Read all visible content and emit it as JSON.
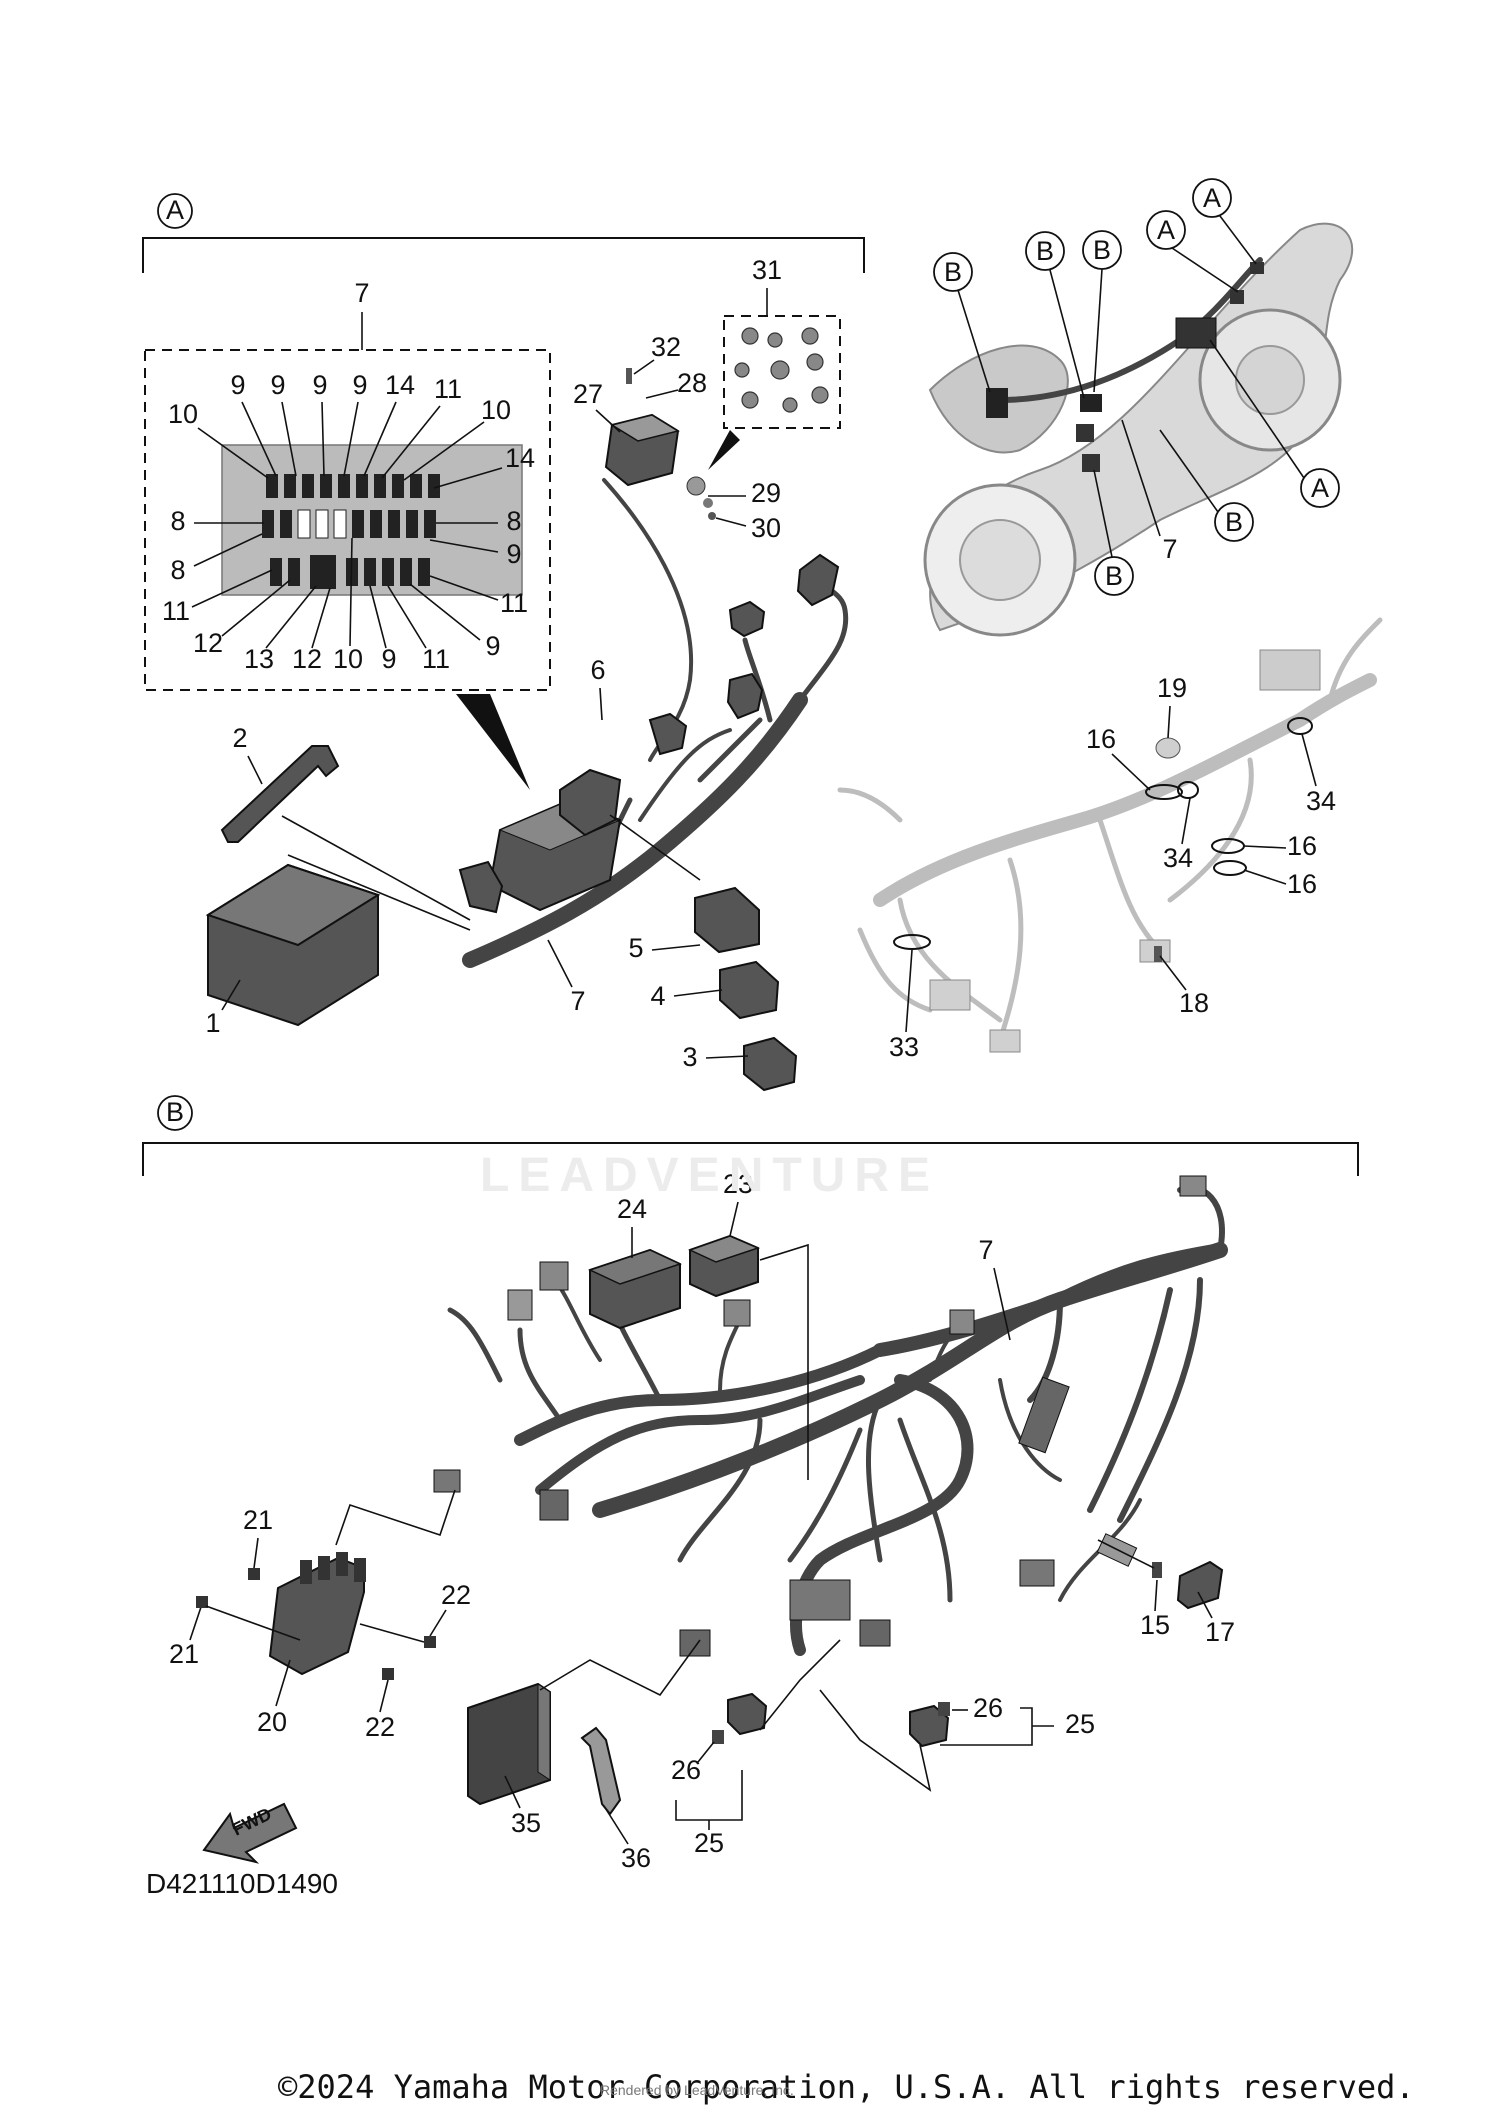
{
  "sections": {
    "a_label": "A",
    "b_label": "B"
  },
  "motorcycle_refs": [
    "B",
    "B",
    "B",
    "A",
    "A",
    "A",
    "B",
    "B"
  ],
  "callouts": {
    "c7_fusebox": "7",
    "fuse_top": [
      "10",
      "9",
      "9",
      "9",
      "9",
      "14",
      "11",
      "10",
      "14"
    ],
    "fuse_left": [
      "8",
      "8",
      "11",
      "12",
      "13",
      "12",
      "10",
      "9",
      "11",
      "9"
    ],
    "fuse_right": [
      "8",
      "9",
      "11"
    ],
    "c1": "1",
    "c2": "2",
    "c3": "3",
    "c4": "4",
    "c5": "5",
    "c6": "6",
    "c7a": "7",
    "c27": "27",
    "c28": "28",
    "c29": "29",
    "c30": "30",
    "c31": "31",
    "c32": "32",
    "c7_moto": "7",
    "c19": "19",
    "c16a": "16",
    "c34a": "34",
    "c34b": "34",
    "c16b": "16",
    "c16c": "16",
    "c33": "33",
    "c18": "18",
    "c24": "24",
    "c23": "23",
    "c7b": "7",
    "c21a": "21",
    "c21b": "21",
    "c22a": "22",
    "c22b": "22",
    "c20": "20",
    "c15": "15",
    "c17": "17",
    "c26a": "26",
    "c25a": "25",
    "c26b": "26",
    "c25b": "25",
    "c35": "35",
    "c36": "36"
  },
  "fwd_label": "FWD",
  "diagram_code": "D421110D1490",
  "watermark": "LEADVENTURE",
  "copyright": "©2024 Yamaha Motor Corporation, U.S.A. All rights reserved.",
  "rendered_by": "Rendered by LeadVenture, Inc."
}
